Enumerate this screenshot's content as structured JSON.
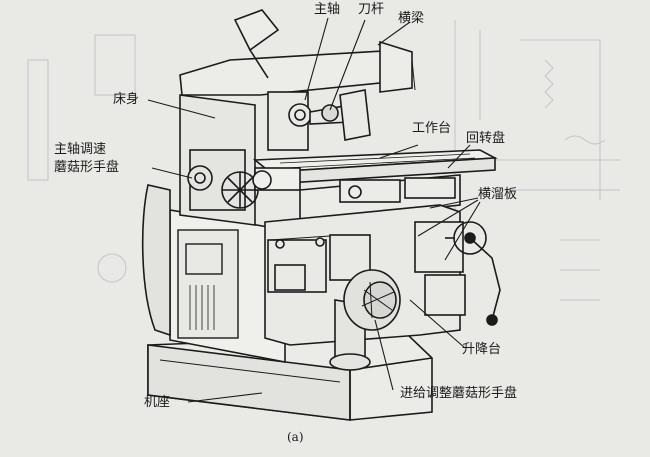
{
  "labels": {
    "spindle": "主轴",
    "tool_arbor": "刀杆",
    "crossbeam": "横梁",
    "bed": "床身",
    "spindle_speed_knob_line1": "主轴调速",
    "spindle_speed_knob_line2": "蘑菇形手盘",
    "worktable": "工作台",
    "swivel_plate": "回转盘",
    "cross_slide": "横溜板",
    "knee": "升降台",
    "base": "机座",
    "feed_knob": "进给调整蘑菇形手盘"
  },
  "caption": "(a)",
  "colors": {
    "paper": "#e9e9e5",
    "ink": "#1b1b1b",
    "faint": "#b9bcc4"
  }
}
